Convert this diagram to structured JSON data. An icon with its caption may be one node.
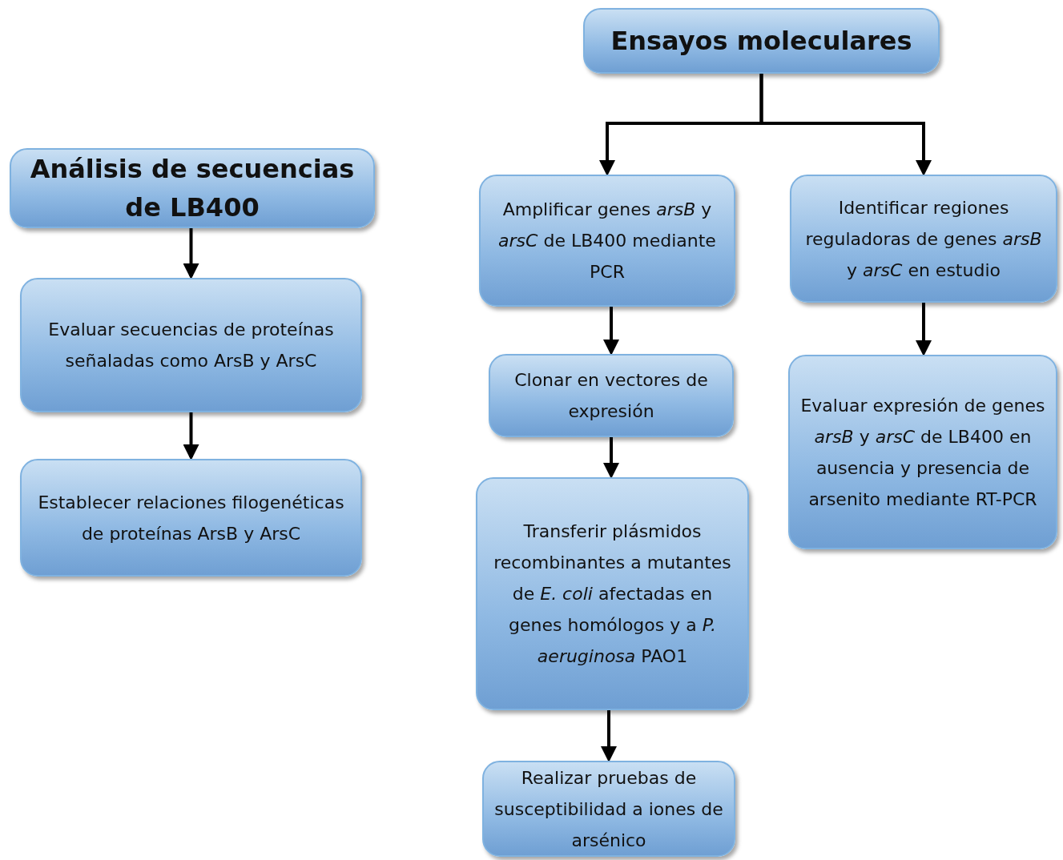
{
  "diagram": {
    "nodes": [
      {
        "text": [
          "Análisis de secuencias de LB400"
        ]
      },
      {
        "text": [
          "Evaluar secuencias de proteínas señaladas como ArsB y ArsC"
        ]
      },
      {
        "text": [
          "Establecer relaciones filogenéticas de proteínas ArsB y ArsC"
        ]
      },
      {
        "text": [
          "Ensayos moleculares"
        ]
      },
      {
        "text": [
          "Amplificar genes *arsB* y *arsC* de LB400 mediante PCR"
        ]
      },
      {
        "text": [
          "Identificar regiones reguladoras de genes *arsB* y *arsC* en estudio"
        ]
      },
      {
        "text": [
          "Clonar en vectores de expresión"
        ]
      },
      {
        "text": [
          "Transferir plásmidos recombinantes a mutantes de *E. coli* afectadas en genes homólogos y a *P. aeruginosa* PAO1"
        ]
      },
      {
        "text": [
          "Evaluar expresión de genes *arsB* y *arsC* de LB400 en ausencia y presencia de arsenito mediante RT-PCR"
        ]
      },
      {
        "text": [
          "Realizar pruebas de susceptibilidad a iones de arsénico"
        ]
      }
    ],
    "edges": [
      {
        "from": 0,
        "to": 1,
        "arrow": "to"
      },
      {
        "from": 1,
        "to": 2,
        "arrow": "to"
      },
      {
        "from": 3,
        "to": 4,
        "arrow": "to"
      },
      {
        "from": 3,
        "to": 5,
        "arrow": "to"
      },
      {
        "from": 4,
        "to": 6,
        "arrow": "to"
      },
      {
        "from": 6,
        "to": 7,
        "arrow": "to"
      },
      {
        "from": 7,
        "to": 9,
        "arrow": "to"
      },
      {
        "from": 5,
        "to": 8,
        "arrow": "to"
      }
    ]
  }
}
